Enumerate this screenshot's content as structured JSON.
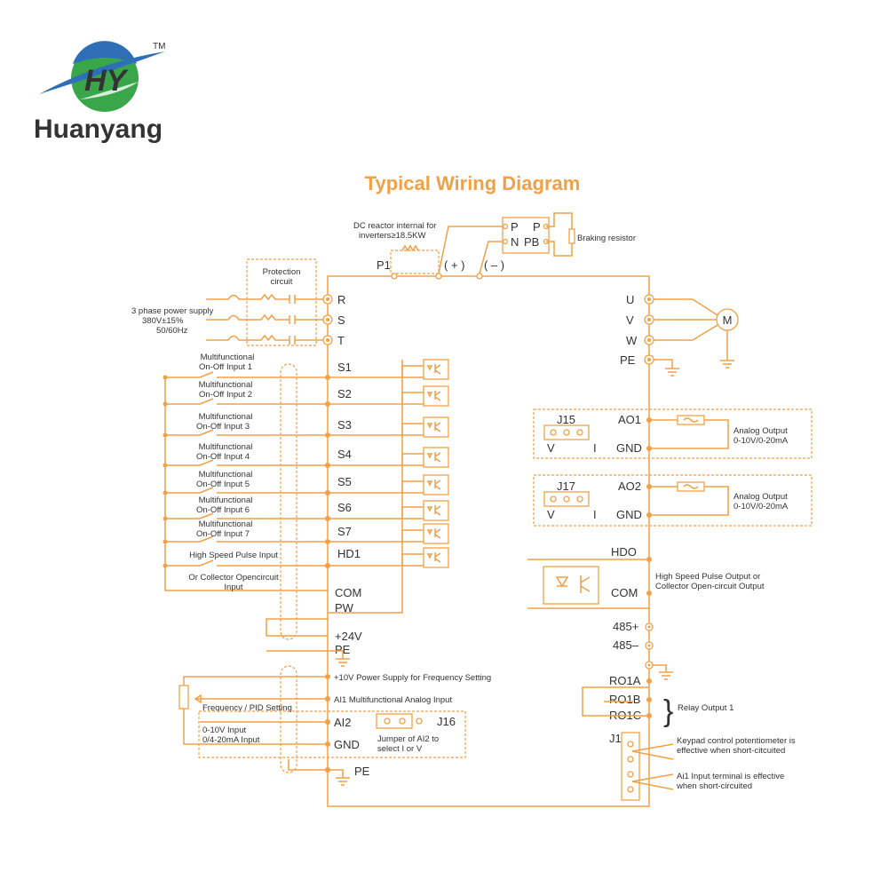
{
  "brand": {
    "name": "Huanyang",
    "trademark": "TM"
  },
  "title": "Typical Wiring Diagram",
  "top": {
    "dc_reactor_line1": "DC reactor internal for",
    "dc_reactor_line2": "inverters≥18.5KW",
    "p1": "P1",
    "plus": "( + )",
    "minus": "( – )",
    "p_left": "P",
    "p_right": "P",
    "n": "N",
    "pb": "PB",
    "braking_resistor": "Braking resistor"
  },
  "power": {
    "protection_line1": "Protection",
    "protection_line2": "circuit",
    "supply_line1": "3 phase power supply",
    "supply_line2": "380V±15%",
    "supply_line3": "50/60Hz",
    "terminals": [
      "R",
      "S",
      "T"
    ]
  },
  "inputs": {
    "labels": [
      [
        "Multifunctional",
        "On-Off Input 1"
      ],
      [
        "Multifunctional",
        "On-Off Input 2"
      ],
      [
        "Multifunctional",
        "On-Off Input 3"
      ],
      [
        "Multifunctional",
        "On-Off Input 4"
      ],
      [
        "Multifunctional",
        "On-Off Input 5"
      ],
      [
        "Multifunctional",
        "On-Off Input 6"
      ],
      [
        "Multifunctional",
        "On-Off Input 7"
      ]
    ],
    "terminals": [
      "S1",
      "S2",
      "S3",
      "S4",
      "S5",
      "S6",
      "S7",
      "HD1"
    ],
    "pulse_line1": "High Speed Pulse Input",
    "pulse_line2": "Or Collector Opencircuit",
    "pulse_line3": "Input",
    "com": "COM",
    "pw": "PW",
    "v24": "+24V",
    "pe": "PE"
  },
  "analog": {
    "v10": "+10V Power Supply for Frequency Setting",
    "ai1": "AI1 Multifunctional Analog Input",
    "freq_pid": "Frequency / PID Setting",
    "ai2": "AI2",
    "range1": "0-10V Input",
    "range2": "0/4-20mA Input",
    "gnd": "GND",
    "j16": "J16",
    "jumper_line1": "Jumper of AI2 to",
    "jumper_line2": "select I or V",
    "pe": "PE"
  },
  "motor": {
    "terminals": [
      "U",
      "V",
      "W",
      "PE"
    ],
    "symbol": "M"
  },
  "outputs": {
    "j15": "J15",
    "ao1": "AO1",
    "j17": "J17",
    "ao2": "AO2",
    "v": "V",
    "i": "I",
    "gnd": "GND",
    "analog_out_line1": "Analog Output",
    "analog_out_line2": "0-10V/0-20mA",
    "hdo": "HDO",
    "com": "COM",
    "hdo_desc_line1": "High Speed Pulse Output or",
    "hdo_desc_line2": "Collector Open-circuit Output",
    "rs485_plus": "485+",
    "rs485_minus": "485–",
    "ro1a": "RO1A",
    "ro1b": "RO1B",
    "ro1c": "RO1C",
    "relay_output": "Relay Output 1",
    "j1": "J1",
    "keypad_line1": "Keypad control potentiometer is",
    "keypad_line2": "effective when short-citcuited",
    "ai1_line1": "Ai1 Input terminal is effective",
    "ai1_line2": "when short-circuited"
  },
  "colors": {
    "wire": "#f0a146",
    "text": "#333333",
    "logo_blue": "#2f6fb7",
    "logo_green": "#3aa64a"
  }
}
